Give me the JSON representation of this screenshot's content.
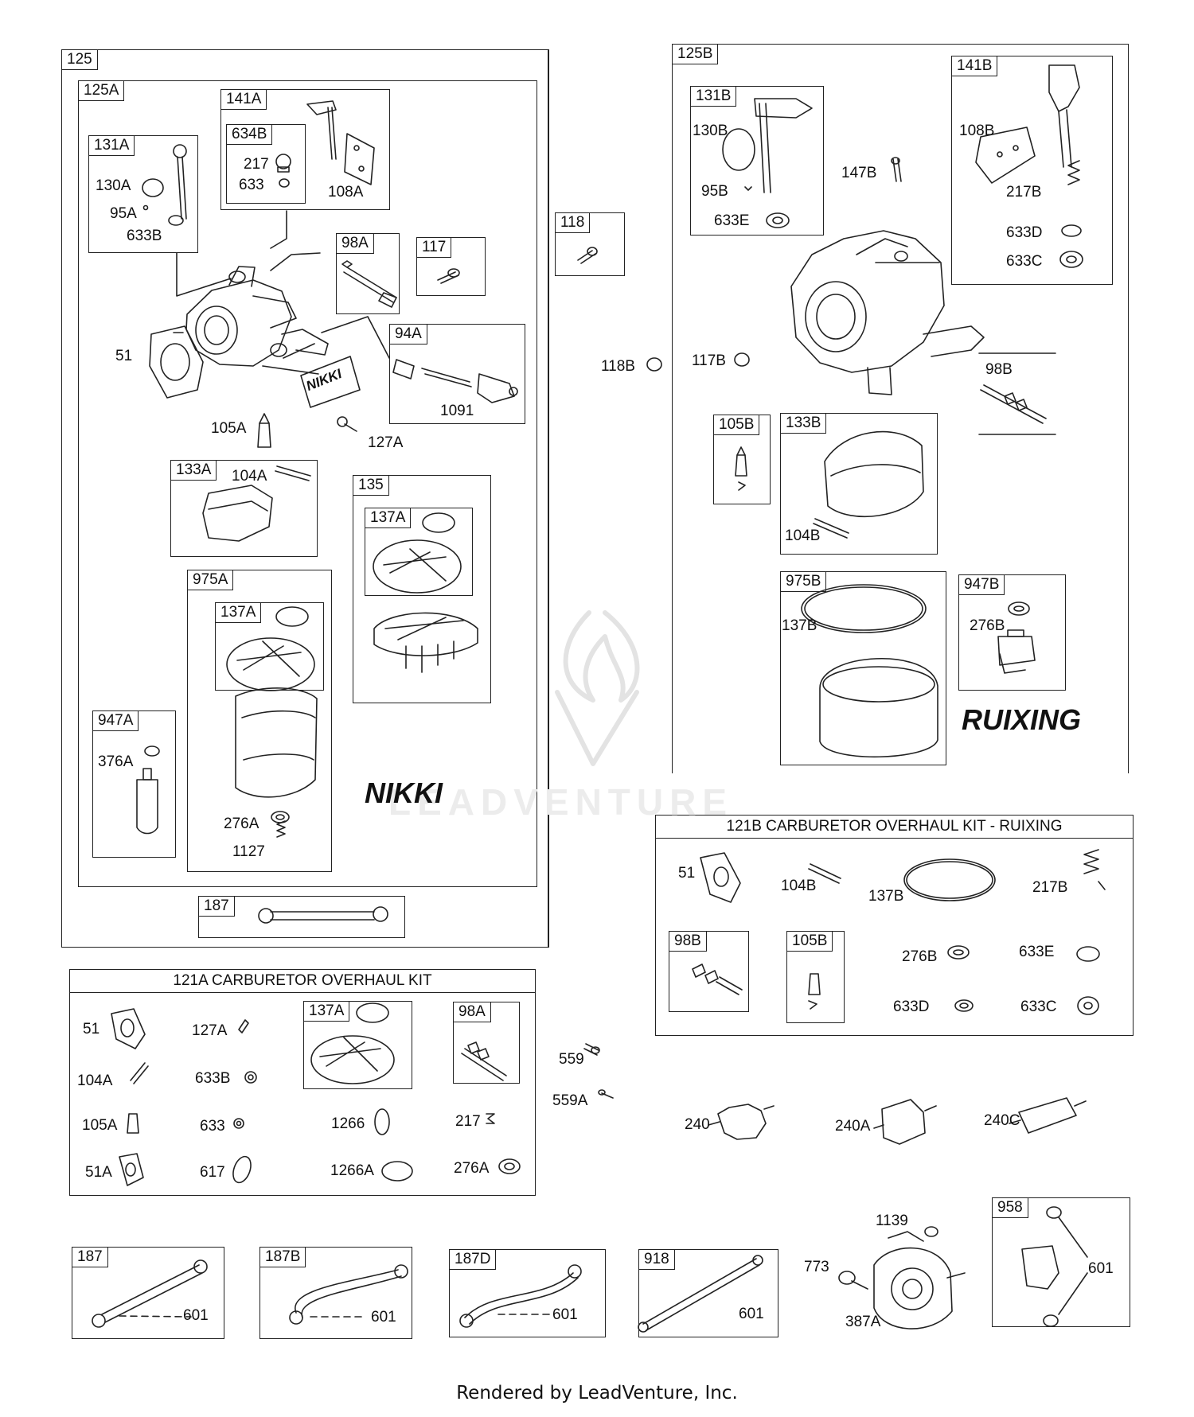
{
  "footer_text": "Rendered by LeadVenture, Inc.",
  "watermark_text": "LEADVENTURE",
  "brands": {
    "nikki": "NIKKI",
    "nikki_logo": "NIKKI",
    "ruixing": "RUIXING"
  },
  "boxes": {
    "b125": "125",
    "b125A": "125A",
    "b131A": "131A",
    "b141A": "141A",
    "b634B": "634B",
    "b98A": "98A",
    "b117": "117",
    "b94A": "94A",
    "b133A": "133A",
    "b135": "135",
    "b137A_135": "137A",
    "b975A": "975A",
    "b137A_975": "137A",
    "b947A": "947A",
    "b187_top": "187",
    "b118": "118",
    "b125B": "125B",
    "b131B": "131B",
    "b141B": "141B",
    "b105B": "105B",
    "b133B": "133B",
    "b975B": "975B",
    "b947B": "947B",
    "b137A_kit": "137A",
    "b98A_kit": "98A",
    "b98B_kit": "98B",
    "b105B_kit": "105B",
    "b187": "187",
    "b187B": "187B",
    "b187D": "187D",
    "b918": "918",
    "b958": "958"
  },
  "kits": {
    "kit121A_title": "121A CARBURETOR OVERHAUL KIT",
    "kit121B_title": "121B CARBURETOR OVERHAUL KIT - RUIXING"
  },
  "labels": {
    "l130A": "130A",
    "l95A": "95A",
    "l633B": "633B",
    "l217": "217",
    "l633": "633",
    "l108A": "108A",
    "l51": "51",
    "l1091": "1091",
    "l105A": "105A",
    "l127A": "127A",
    "l104A": "104A",
    "l376A": "376A",
    "l276A": "276A",
    "l1127": "1127",
    "l130B": "130B",
    "l95B": "95B",
    "l633E": "633E",
    "l147B": "147B",
    "l108B": "108B",
    "l217B": "217B",
    "l633D": "633D",
    "l633C": "633C",
    "l118B": "118B",
    "l117B": "117B",
    "l98B_top": "98B",
    "l104B": "104B",
    "l137B": "137B",
    "l276B": "276B",
    "k51": "51",
    "k127A": "127A",
    "k104A": "104A",
    "k633B": "633B",
    "k105A": "105A",
    "k633": "633",
    "k1266": "1266",
    "k217": "217",
    "k51A": "51A",
    "k617": "617",
    "k1266A": "1266A",
    "k276A": "276A",
    "r51": "51",
    "r104B": "104B",
    "r137B": "137B",
    "r217B": "217B",
    "r276B": "276B",
    "r633E": "633E",
    "r633D": "633D",
    "r633C": "633C",
    "m559": "559",
    "m559A": "559A",
    "m240": "240",
    "m240A": "240A",
    "m240C": "240C",
    "p601a": "601",
    "p601b": "601",
    "p601c": "601",
    "p601d": "601",
    "p601e": "601",
    "p1139": "1139",
    "p773": "773",
    "p387A": "387A"
  }
}
